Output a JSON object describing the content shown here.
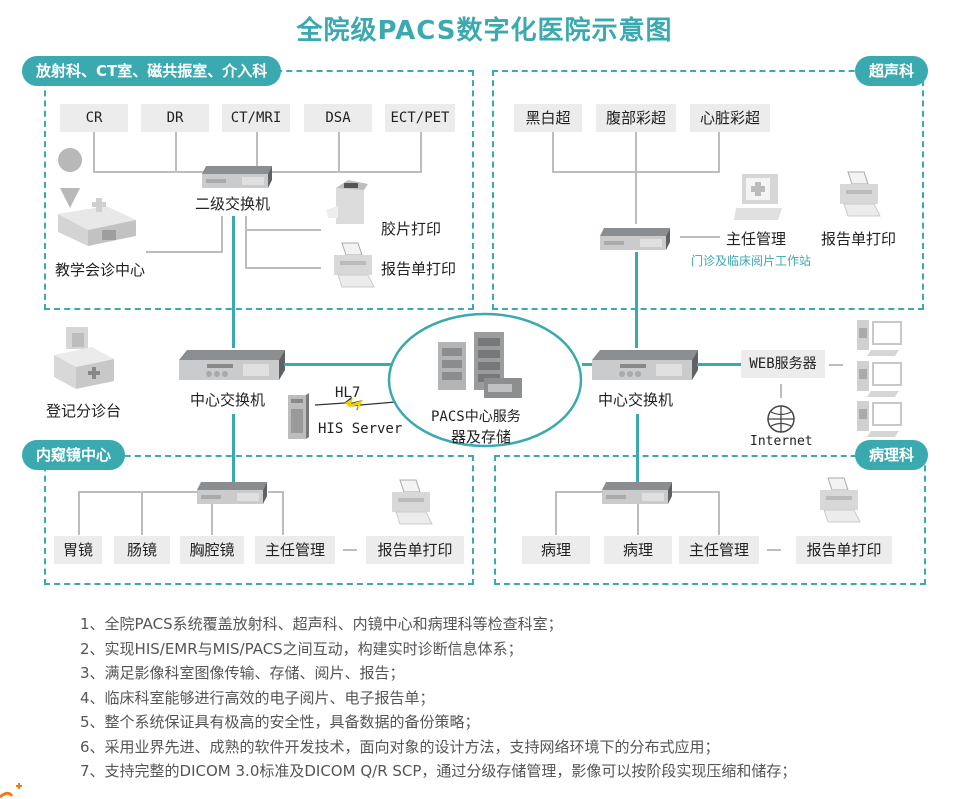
{
  "title": "全院级PACS数字化医院示意图",
  "zones": {
    "radiology": {
      "label": "放射科、CT室、磁共振室、介入科",
      "devices": [
        "CR",
        "DR",
        "CT/MRI",
        "DSA",
        "ECT/PET"
      ],
      "switch_label": "二级交换机",
      "teaching_center": "教学会诊中心",
      "film_print": "胶片打印",
      "report_print": "报告单打印"
    },
    "ultrasound": {
      "label": "超声科",
      "devices": [
        "黑白超",
        "腹部彩超",
        "心脏彩超"
      ],
      "director": "主任管理",
      "report_print": "报告单打印",
      "workstation_note": "门诊及临床阅片工作站"
    },
    "endoscopy": {
      "label": "内窥镜中心",
      "devices": [
        "胃镜",
        "肠镜",
        "胸腔镜",
        "主任管理"
      ],
      "report_print": "报告单打印"
    },
    "pathology": {
      "label": "病理科",
      "devices": [
        "病理",
        "病理",
        "主任管理"
      ],
      "report_print": "报告单打印"
    }
  },
  "center": {
    "registration": "登记分诊台",
    "left_switch": "中心交换机",
    "right_switch": "中心交换机",
    "hl7": "HL7",
    "his_server": "HIS Server",
    "pacs_line1": "PACS中心服务",
    "pacs_line2": "器及存储",
    "web_server": "WEB服务器",
    "internet": "Internet"
  },
  "notes": [
    "1、全院PACS系统覆盖放射科、超声科、内镜中心和病理科等检查科室；",
    "2、实现HIS/EMR与MIS/PACS之间互动，构建实时诊断信息体系；",
    "3、满足影像科室图像传输、存储、阅片、报告；",
    "4、临床科室能够进行高效的电子阅片、电子报告单；",
    "5、整个系统保证具有极高的安全性，具备数据的备份策略；",
    "6、采用业界先进、成熟的软件开发技术，面向对象的设计方法，支持网络环境下的分布式应用；",
    "7、支持完整的DICOM 3.0标准及DICOM Q/R SCP，通过分级存储管理，影像可以按阶段实现压缩和储存；"
  ],
  "colors": {
    "accent": "#3aa9b0",
    "line_gray": "#bdbdbd",
    "box_gray": "#ececec"
  }
}
